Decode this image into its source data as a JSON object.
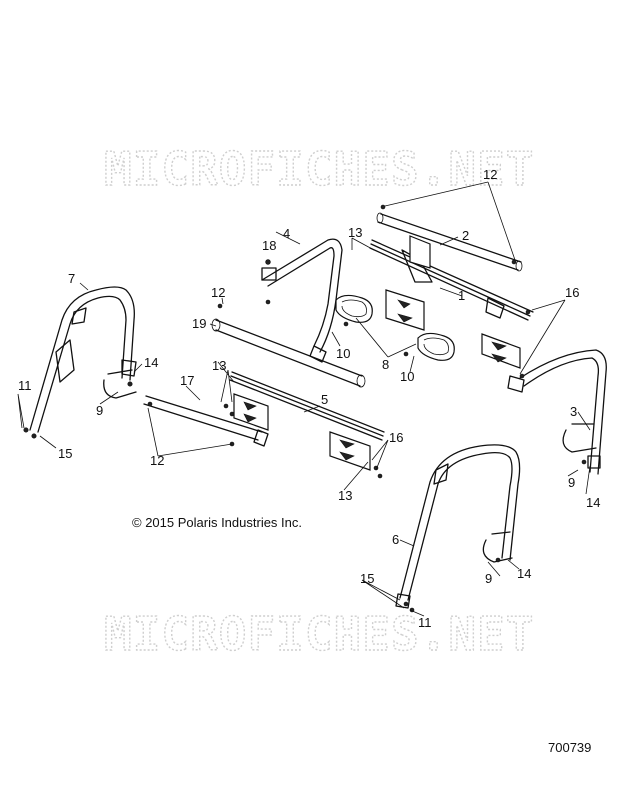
{
  "watermark": {
    "text": "MICROFICHES.NET"
  },
  "copyright": "© 2015 Polaris Industries Inc.",
  "part_number": "700739",
  "callouts": {
    "c12_top": "12",
    "c2": "2",
    "c18": "18",
    "c4": "4",
    "c13_top": "13",
    "c1": "1",
    "c16_right": "16",
    "c7": "7",
    "c12_left": "12",
    "c19": "19",
    "c10_a": "10",
    "c8": "8",
    "c10_b": "10",
    "c13_mid": "13",
    "c14_left": "14",
    "c17": "17",
    "c11_left": "11",
    "c9_left": "9",
    "c15_left": "15",
    "c5": "5",
    "c3": "3",
    "c12_bottom": "12",
    "c16_mid": "16",
    "c13_bottom": "13",
    "c9_right": "9",
    "c14_right": "14",
    "c6": "6",
    "c9_bottom": "9",
    "c14_bottom": "14",
    "c15_bottom": "15",
    "c11_bottom": "11"
  }
}
